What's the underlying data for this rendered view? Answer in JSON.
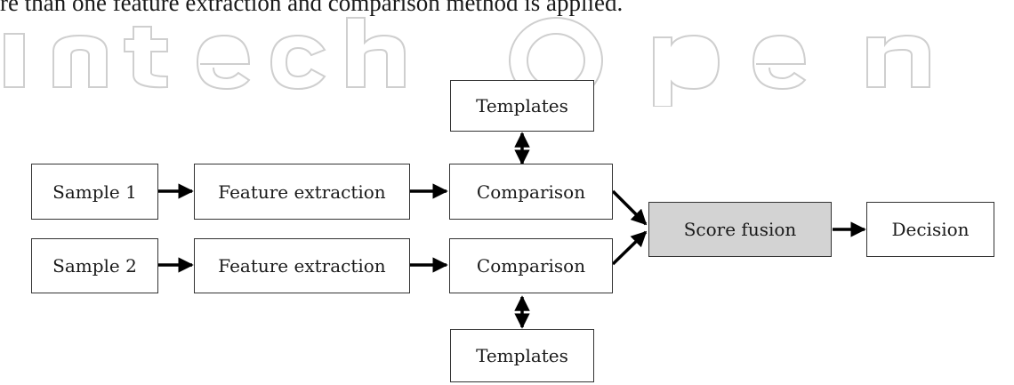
{
  "caption": "re than one feature extraction and comparison method is applied.",
  "watermark_text": "IntechOpen",
  "nodes": {
    "templates_top": "Templates",
    "sample_1": "Sample 1",
    "feature_extraction_1": "Feature extraction",
    "comparison_1": "Comparison",
    "score_fusion": "Score fusion",
    "decision": "Decision",
    "sample_2": "Sample 2",
    "feature_extraction_2": "Feature extraction",
    "comparison_2": "Comparison",
    "templates_bottom": "Templates"
  },
  "colors": {
    "score_fusion_fill": "#d3d3d3",
    "border": "#333333",
    "watermark": "#c8c8c8"
  }
}
